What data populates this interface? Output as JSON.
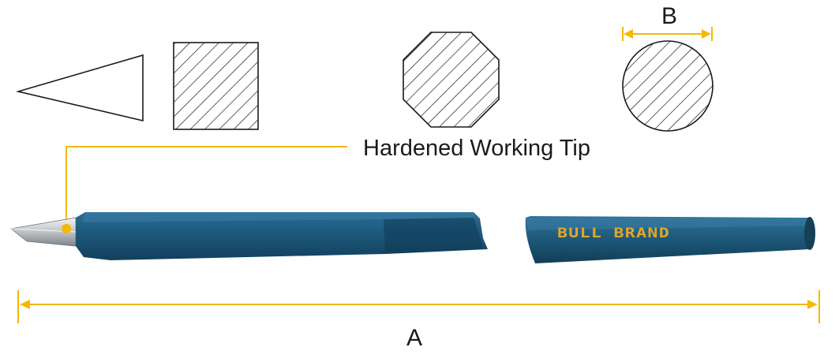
{
  "labels": {
    "tip": "Hardened Working Tip",
    "dim_a": "A",
    "dim_b": "B",
    "brand_marking": "BULL BRAND"
  },
  "colors": {
    "leader_line": "#F5B800",
    "steel_blue": "#1F5C80",
    "steel_blue_dark": "#12405C",
    "brand_text": "#E0A72A",
    "hatch": "#1a1a1a"
  }
}
